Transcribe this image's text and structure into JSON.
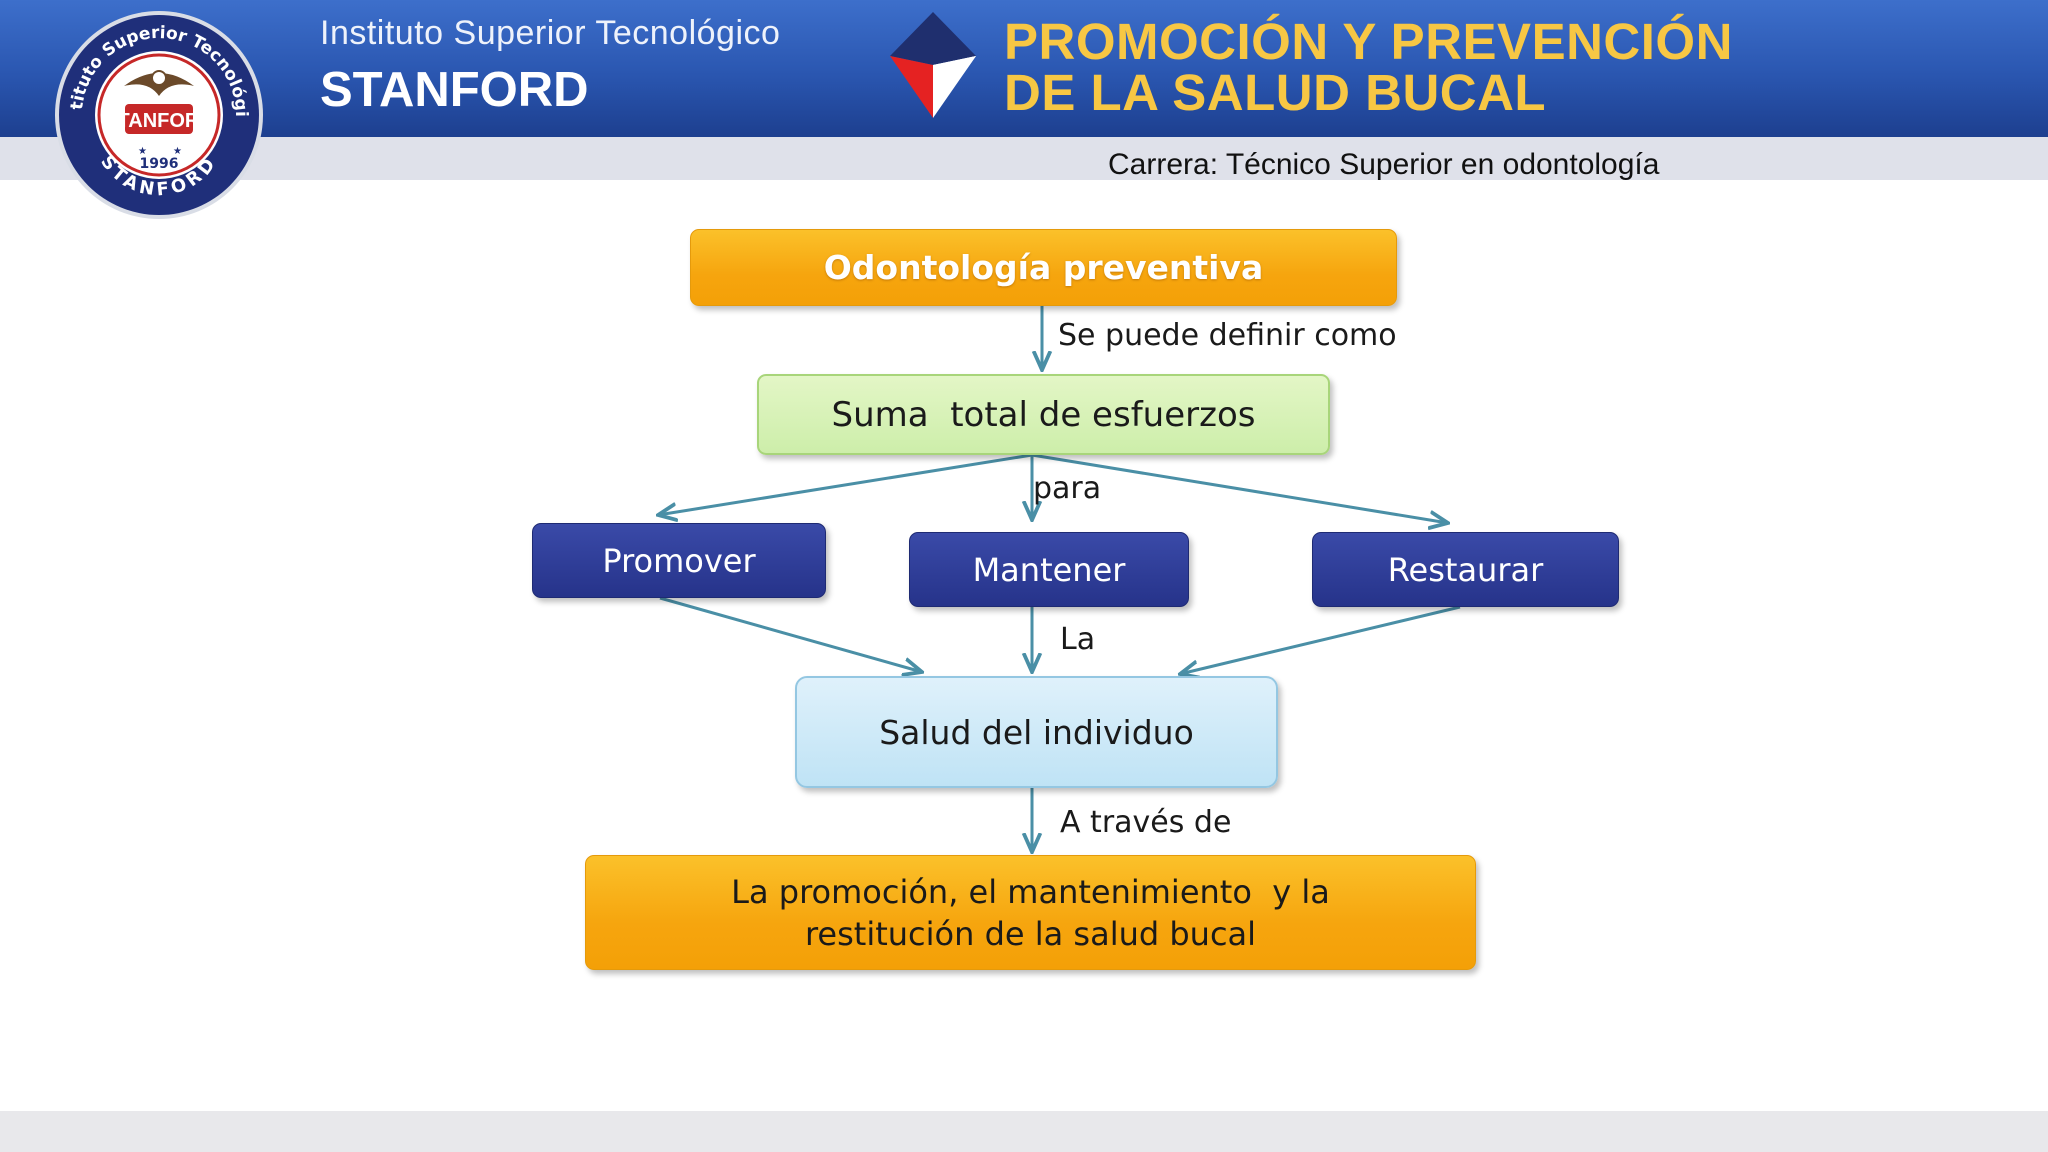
{
  "header": {
    "institute_line1": "Instituto Superior Tecnológico",
    "institute_line2": "STANFORD",
    "title_line1": "PROMOCIÓN Y PREVENCIÓN",
    "title_line2": "DE LA SALUD BUCAL",
    "career": "Carrera: Técnico Superior en odontología"
  },
  "logo": {
    "ring_text_top": "Instituto Superior Tecnológico",
    "ring_text_bottom": "STANFORD",
    "center_text": "STANFORD",
    "year": "1996"
  },
  "diagram": {
    "nodes": {
      "root": "Odontología preventiva",
      "sum": "Suma  total de esfuerzos",
      "promote": "Promover",
      "maintain": "Mantener",
      "restore": "Restaurar",
      "health": "Salud del individuo",
      "result_line1": "La promoción, el mantenimiento  y la",
      "result_line2": "restitución de la salud bucal"
    },
    "edge_labels": {
      "define": "Se puede definir como",
      "para": "para",
      "la": "La",
      "through": "A través de"
    }
  },
  "colors": {
    "header_blue": "#2a56b0",
    "title_yellow": "#f7c744",
    "box_orange": "#f6a50e",
    "box_green": "#cdeeaa",
    "box_navy": "#26338a",
    "box_lightblue": "#bfe3f5",
    "arrow_teal": "#4a8fa6"
  }
}
